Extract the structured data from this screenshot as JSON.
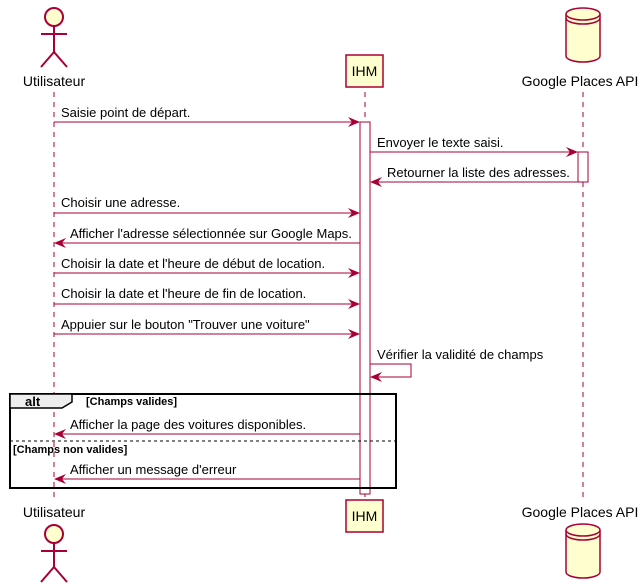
{
  "participants": {
    "user": {
      "name": "Utilisateur",
      "kind": "actor"
    },
    "ihm": {
      "name": "IHM",
      "kind": "participant"
    },
    "google": {
      "name": "Google Places API",
      "kind": "database"
    }
  },
  "messages": [
    {
      "from": "user",
      "to": "ihm",
      "text": "Saisie point de départ."
    },
    {
      "from": "ihm",
      "to": "google",
      "text": "Envoyer le texte saisi."
    },
    {
      "from": "google",
      "to": "ihm",
      "text": "Retourner la liste des adresses."
    },
    {
      "from": "user",
      "to": "ihm",
      "text": "Choisir une adresse."
    },
    {
      "from": "ihm",
      "to": "user",
      "text": "Afficher l'adresse sélectionnée sur Google Maps."
    },
    {
      "from": "user",
      "to": "ihm",
      "text": "Choisir la date et l'heure de début de location."
    },
    {
      "from": "user",
      "to": "ihm",
      "text": "Choisir la date et l'heure de fin de location."
    },
    {
      "from": "user",
      "to": "ihm",
      "text": "Appuier sur le bouton \"Trouver une voiture\""
    },
    {
      "from": "ihm",
      "to": "ihm",
      "text": "Vérifier la validité de champs"
    },
    {
      "from": "ihm",
      "to": "user",
      "text": "Afficher la page des voitures disponibles."
    },
    {
      "from": "ihm",
      "to": "user",
      "text": "Afficher un message d'erreur"
    }
  ],
  "alt_fragment": {
    "keyword": "alt",
    "guard_1": "[Champs valides]",
    "guard_2": "[Champs non valides]"
  },
  "colors": {
    "line": "#A80036",
    "participant_fill": "#FEFECE",
    "border": "#A80036"
  },
  "icons": [
    "actor-icon",
    "database-icon"
  ]
}
